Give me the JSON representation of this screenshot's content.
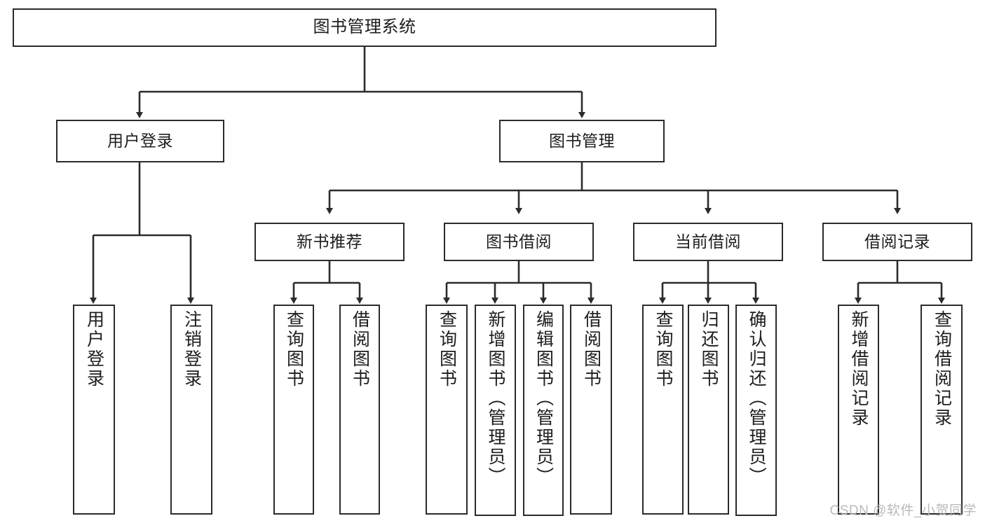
{
  "diagram": {
    "type": "hierarchy-tree",
    "title": "图书管理系统",
    "accent_color": "#2b2b2b",
    "background_color": "#ffffff",
    "levels": 4,
    "root": {
      "label": "图书管理系统"
    },
    "level2": [
      {
        "label": "用户登录"
      },
      {
        "label": "图书管理"
      }
    ],
    "level3": [
      {
        "label": "新书推荐"
      },
      {
        "label": "图书借阅"
      },
      {
        "label": "当前借阅"
      },
      {
        "label": "借阅记录"
      }
    ],
    "leaves": {
      "user_login": [
        {
          "label": "用户登录"
        },
        {
          "label": "注销登录"
        }
      ],
      "new_book_recommend": [
        {
          "label": "查询图书"
        },
        {
          "label": "借阅图书"
        }
      ],
      "book_borrow": [
        {
          "label": "查询图书"
        },
        {
          "label": "新增图书（管理员）"
        },
        {
          "label": "编辑图书（管理员）"
        },
        {
          "label": "借阅图书"
        }
      ],
      "current_borrow": [
        {
          "label": "查询图书"
        },
        {
          "label": "归还图书"
        },
        {
          "label": "确认归还（管理员）"
        }
      ],
      "borrow_record": [
        {
          "label": "新增借阅记录"
        },
        {
          "label": "查询借阅记录"
        }
      ]
    }
  },
  "watermark": {
    "text": "CSDN @软件_小贺同学"
  }
}
